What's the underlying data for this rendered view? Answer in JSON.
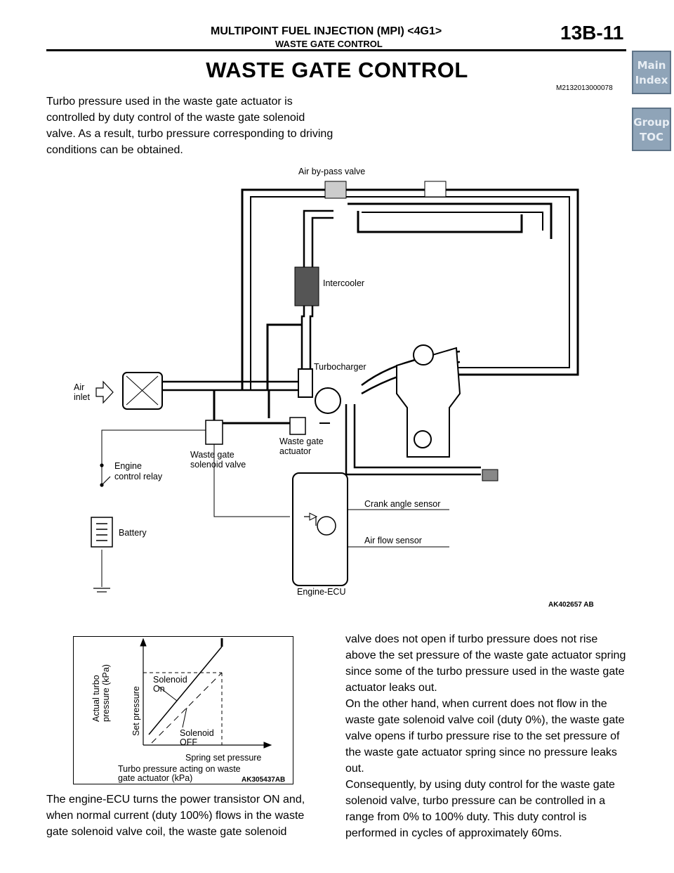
{
  "header": {
    "title": "MULTIPOINT FUEL INJECTION (MPI) <4G1>",
    "subtitle": "WASTE GATE CONTROL",
    "page": "13B-11"
  },
  "nav": {
    "main_index": [
      "Main",
      "Index"
    ],
    "group_toc": [
      "Group",
      "TOC"
    ]
  },
  "section": {
    "title": "WASTE GATE CONTROL",
    "doc_id": "M2132013000078",
    "intro": "Turbo pressure used in the waste gate actuator is controlled by duty control of the waste gate solenoid valve. As a result, turbo pressure corresponding to driving conditions can be obtained."
  },
  "diagram": {
    "labels": {
      "air_bypass_valve": "Air by-pass valve",
      "intercooler": "Intercooler",
      "turbocharger": "Turbocharger",
      "air_inlet_1": "Air",
      "air_inlet_2": "inlet",
      "wg_solenoid_1": "Waste gate",
      "wg_solenoid_2": "solenoid valve",
      "wg_actuator_1": "Waste gate",
      "wg_actuator_2": "actuator",
      "relay_1": "Engine",
      "relay_2": "control relay",
      "battery": "Battery",
      "crank_sensor": "Crank angle sensor",
      "airflow_sensor": "Air flow sensor",
      "ecu": "Engine-ECU"
    },
    "figure_id": "AK402657 AB"
  },
  "graph": {
    "y_axis_1": "Actual turbo",
    "y_axis_2": "pressure (kPa)",
    "set_pressure": "Set pressure",
    "solenoid_on_1": "Solenoid",
    "solenoid_on_2": "On",
    "solenoid_off_1": "Solenoid",
    "solenoid_off_2": "OFF",
    "spring_set": "Spring set pressure",
    "x_axis_1": "Turbo pressure acting on waste",
    "x_axis_2": "gate actuator (kPa)",
    "figure_id": "AK305437AB"
  },
  "text": {
    "bottom_left": "The engine-ECU turns the power transistor ON and, when normal current (duty 100%) flows in the waste gate solenoid valve coil, the waste gate solenoid",
    "right_col": [
      "valve does not open if turbo pressure does not rise above the set pressure of the waste gate actuator spring since some of the turbo pressure used in the waste gate actuator leaks out.",
      "On the other hand, when current does not flow in the waste gate solenoid valve coil (duty 0%), the waste gate valve opens if turbo pressure rise to the set pressure of the waste gate actuator spring since no pressure leaks out.",
      "Consequently, by using duty control for the waste gate solenoid valve, turbo pressure can be controlled in a range from 0% to 100% duty. This duty control is performed in cycles of approximately 60ms."
    ]
  }
}
